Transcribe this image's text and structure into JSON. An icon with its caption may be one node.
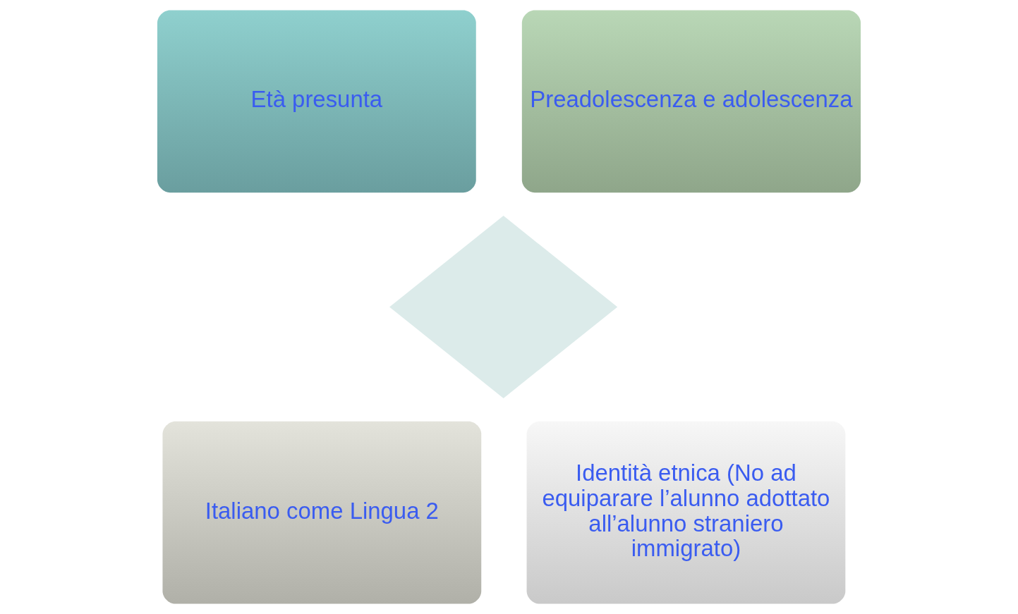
{
  "diagram": {
    "nodes": [
      {
        "text": [],
        "shape": "diamond"
      },
      {
        "text": [
          "Età presunta"
        ]
      },
      {
        "text": [
          "Preadolescenza e adolescenza"
        ]
      },
      {
        "text": [
          "Italiano come Lingua 2"
        ]
      },
      {
        "text": [
          "Identità etnica (No ad equiparare l’alunno adottato all’alunno straniero immigrato)"
        ]
      }
    ],
    "edges": []
  }
}
